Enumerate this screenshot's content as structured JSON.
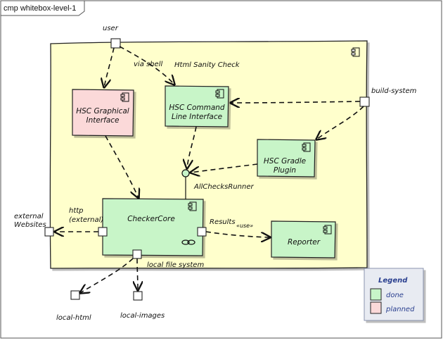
{
  "diagram": {
    "title": "cmp whitebox-level-1",
    "system_name": "Html Sanity Check",
    "actors": {
      "user": "user",
      "build_system": "build-system",
      "external_websites_line1": "external",
      "external_websites_line2": "Websites",
      "local_html": "local-html",
      "local_images": "local-images"
    },
    "components": {
      "gui": {
        "line1": "HSC Graphical",
        "line2": "Interface",
        "status": "planned"
      },
      "cli": {
        "line1": "HSC Command",
        "line2": "Line Interface",
        "status": "done"
      },
      "gradle": {
        "line1": "HSC Gradle",
        "line2": "Plugin",
        "status": "done"
      },
      "core": {
        "label": "CheckerCore",
        "status": "done"
      },
      "reporter": {
        "label": "Reporter",
        "status": "done"
      }
    },
    "interfaces": {
      "all_checks_runner": "AllChecksRunner"
    },
    "edge_labels": {
      "via_shell": "via shell",
      "http_line1": "http",
      "http_line2": "(external)",
      "results": "Results",
      "use": "«use»",
      "local_file_system": "local file system"
    },
    "legend": {
      "title": "Legend",
      "items": [
        {
          "label": "done",
          "color": "#c8f5c8"
        },
        {
          "label": "planned",
          "color": "#fbd9d9"
        }
      ]
    },
    "colors": {
      "system_fill": "#ffffcc",
      "done_fill": "#c8f5c8",
      "planned_fill": "#fbd9d9",
      "legend_fill": "#e8ebf2"
    }
  }
}
